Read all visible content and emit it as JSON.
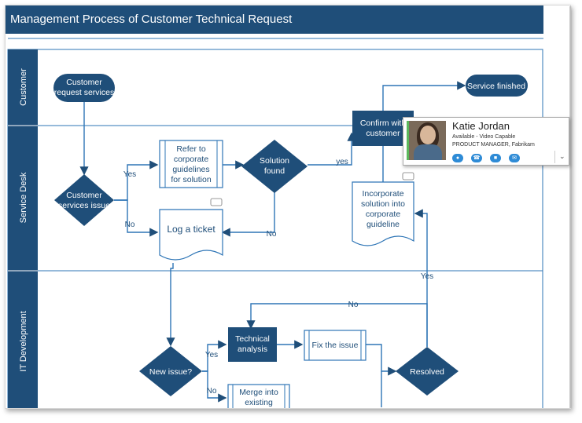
{
  "title": "Management Process of Customer Technical Request",
  "lanes": [
    "Customer",
    "Service Desk",
    "IT Development"
  ],
  "nodes": {
    "customer_request": [
      "Customer",
      "request services"
    ],
    "service_finished": [
      "Service finished"
    ],
    "confirm": [
      "Confirm with",
      "customer"
    ],
    "customer_issue": [
      "Customer",
      "services issue"
    ],
    "refer": [
      "Refer to",
      "corporate",
      "guidelines",
      "for solution"
    ],
    "solution_found": [
      "Solution",
      "found"
    ],
    "log_ticket": [
      "Log a ticket"
    ],
    "incorporate": [
      "Incorporate",
      "solution into",
      "corporate",
      "guideline"
    ],
    "new_issue": [
      "New issue?"
    ],
    "technical_analysis": [
      "Technical",
      "analysis"
    ],
    "fix_issue": [
      "Fix the issue"
    ],
    "resolved": [
      "Resolved"
    ],
    "merge": [
      "Merge into",
      "existing"
    ]
  },
  "edge_labels": {
    "yes_refer": "Yes",
    "no_log": "No",
    "yes_confirm": "yes",
    "no_log2": "No",
    "yes_incorporate": "Yes",
    "no_loop": "No",
    "yes_tech": "Yes",
    "no_merge": "No"
  },
  "contact": {
    "name": "Katie Jordan",
    "status": "Available - Video Capable",
    "title_role": "PRODUCT MANAGER",
    "company": "Fabrikam",
    "status_color": "#5cb85c",
    "actions": [
      "chat-icon",
      "call-icon",
      "video-icon",
      "email-icon"
    ]
  },
  "colors": {
    "primary": "#1f4e79",
    "line": "#2e75b6"
  }
}
